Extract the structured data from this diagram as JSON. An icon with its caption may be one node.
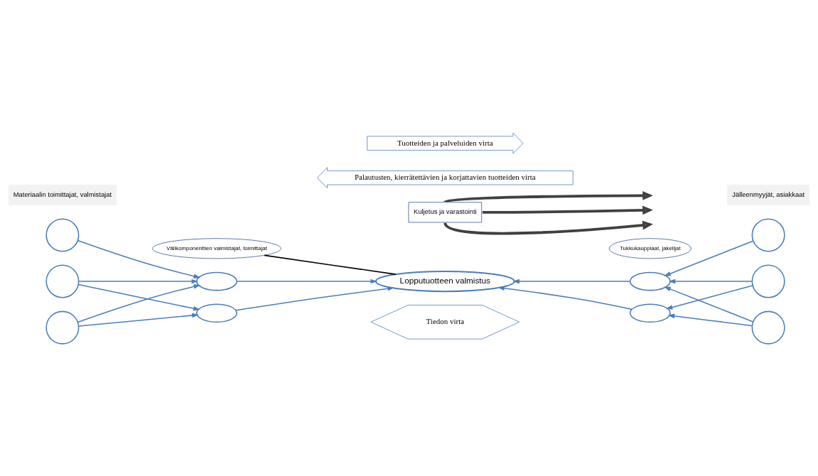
{
  "diagram": {
    "nodes": [
      {
        "text": [
          "Tuotteiden ja palveluiden virta"
        ]
      },
      {
        "text": [
          "Palautusten, kierrätettävien ja korjattavien tuotteiden virta"
        ]
      },
      {
        "text": [
          "Materiaalin toimittajat, valmistajat"
        ]
      },
      {
        "text": [],
        "shape": "circle"
      },
      {
        "text": [
          "Välikomponenttien valmistajat, toimittajat"
        ]
      },
      {
        "text": [
          "Kuljetus ja varastointi"
        ]
      },
      {
        "text": [
          "Tukkukauppiaat, jakelijat"
        ]
      },
      {
        "text": [],
        "shape": "circle"
      },
      {
        "text": [
          "Jälleenmyyjät, asiakkaat"
        ]
      },
      {
        "text": [],
        "shape": "ellipse"
      },
      {
        "text": [],
        "shape": "ellipse"
      },
      {
        "text": [],
        "shape": "circle"
      },
      {
        "text": [],
        "shape": "circle"
      },
      {
        "text": [
          "Lopputuotteen valmistus"
        ]
      },
      {
        "text": [],
        "shape": "circle"
      },
      {
        "text": [],
        "shape": "circle"
      },
      {
        "text": [],
        "shape": "ellipse"
      },
      {
        "text": [],
        "shape": "ellipse"
      },
      {
        "text": [
          "Tiedon virta"
        ]
      }
    ],
    "edges": [
      {
        "from": 3,
        "to": 9,
        "arrow": "to"
      },
      {
        "from": 11,
        "to": 9,
        "arrow": "to"
      },
      {
        "from": 11,
        "to": 16,
        "arrow": "to"
      },
      {
        "from": 14,
        "to": 9,
        "arrow": "to"
      },
      {
        "from": 14,
        "to": 16,
        "arrow": "to"
      },
      {
        "from": 9,
        "to": 13,
        "arrow": "to"
      },
      {
        "from": 16,
        "to": 13,
        "arrow": "to"
      },
      {
        "from": 10,
        "to": 13,
        "arrow": "to"
      },
      {
        "from": 17,
        "to": 13,
        "arrow": "to"
      },
      {
        "from": 7,
        "to": 10,
        "arrow": "to"
      },
      {
        "from": 12,
        "to": 10,
        "arrow": "to"
      },
      {
        "from": 12,
        "to": 17,
        "arrow": "to"
      },
      {
        "from": 15,
        "to": 10,
        "arrow": "to"
      },
      {
        "from": 15,
        "to": 17,
        "arrow": "to"
      },
      {
        "from": 4,
        "to": 13,
        "arrow": "none",
        "color": "#000000"
      },
      {
        "from": 5,
        "to": null,
        "arrow": "to",
        "style": "thick",
        "color": "#404040"
      },
      {
        "from": 5,
        "to": null,
        "arrow": "to",
        "style": "thick",
        "color": "#404040"
      },
      {
        "from": 5,
        "to": null,
        "arrow": "to",
        "style": "thick",
        "color": "#404040"
      }
    ]
  }
}
